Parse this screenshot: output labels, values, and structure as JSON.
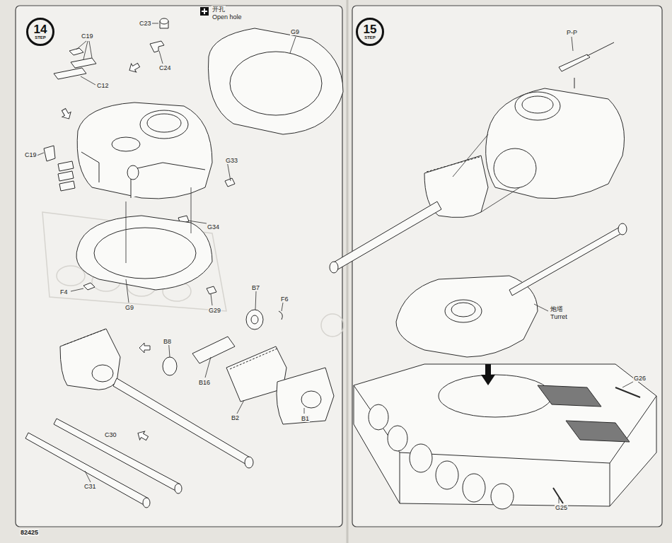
{
  "diagram": {
    "nodes": [
      {
        "text": [
          "14",
          "STEP"
        ]
      },
      {
        "text": [
          "15",
          "STEP"
        ]
      }
    ],
    "labels": [
      "开孔",
      "Open hole",
      "C19",
      "C23",
      "C24",
      "G9",
      "C12",
      "C19",
      "G33",
      "G34",
      "F4",
      "G9",
      "G29",
      "B7",
      "F6",
      "B8",
      "B16",
      "B2",
      "B1",
      "C30",
      "C31",
      "P-P",
      "炮塔",
      "Turret",
      "G26",
      "G25",
      "82425"
    ]
  }
}
